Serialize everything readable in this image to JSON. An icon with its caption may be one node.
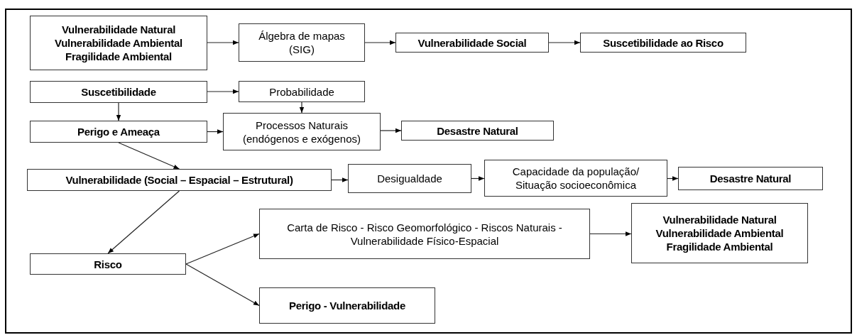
{
  "diagram": {
    "nodes": [
      {
        "text": [
          "Vulnerabilidade Natural Vulnerabilidade Ambiental Fragilidade Ambiental"
        ]
      },
      {
        "text": [
          "Álgebra de mapas (SIG)"
        ]
      },
      {
        "text": [
          "Vulnerabilidade Social"
        ]
      },
      {
        "text": [
          "Suscetibilidade ao Risco"
        ]
      },
      {
        "text": [
          "Suscetibilidade"
        ]
      },
      {
        "text": [
          "Probabilidade"
        ]
      },
      {
        "text": [
          "Perigo e Ameaça"
        ]
      },
      {
        "text": [
          "Processos Naturais (endógenos e exógenos)"
        ]
      },
      {
        "text": [
          "Desastre Natural"
        ]
      },
      {
        "text": [
          "Vulnerabilidade (Social – Espacial – Estrutural)"
        ]
      },
      {
        "text": [
          "Desigualdade"
        ]
      },
      {
        "text": [
          "Capacidade da população/ Situação socioeconômica"
        ]
      },
      {
        "text": [
          "Desastre Natural"
        ]
      },
      {
        "text": [
          "Risco"
        ]
      },
      {
        "text": [
          "Carta de Risco - Risco Geomorfológico - Riscos Naturais - Vulnerabilidade Físico-Espacial"
        ]
      },
      {
        "text": [
          "Vulnerabilidade Natural Vulnerabilidade Ambiental Fragilidade Ambiental"
        ]
      },
      {
        "text": [
          "Perigo - Vulnerabilidade"
        ]
      }
    ],
    "edges": [
      {
        "from": 0,
        "to": 1,
        "arrow": "to"
      },
      {
        "from": 1,
        "to": 2,
        "arrow": "to"
      },
      {
        "from": 2,
        "to": 3,
        "arrow": "to"
      },
      {
        "from": 4,
        "to": 5,
        "arrow": "to"
      },
      {
        "from": 4,
        "to": 6,
        "arrow": "to"
      },
      {
        "from": 5,
        "to": 7,
        "arrow": "to"
      },
      {
        "from": 6,
        "to": 7,
        "arrow": "to"
      },
      {
        "from": 7,
        "to": 8,
        "arrow": "to"
      },
      {
        "from": 6,
        "to": 9,
        "arrow": "to"
      },
      {
        "from": 9,
        "to": 10,
        "arrow": "to"
      },
      {
        "from": 10,
        "to": 11,
        "arrow": "to"
      },
      {
        "from": 11,
        "to": 12,
        "arrow": "to"
      },
      {
        "from": 9,
        "to": 13,
        "arrow": "to"
      },
      {
        "from": 13,
        "to": 14,
        "arrow": "to"
      },
      {
        "from": 13,
        "to": 16,
        "arrow": "to"
      },
      {
        "from": 14,
        "to": 15,
        "arrow": "to"
      }
    ]
  }
}
